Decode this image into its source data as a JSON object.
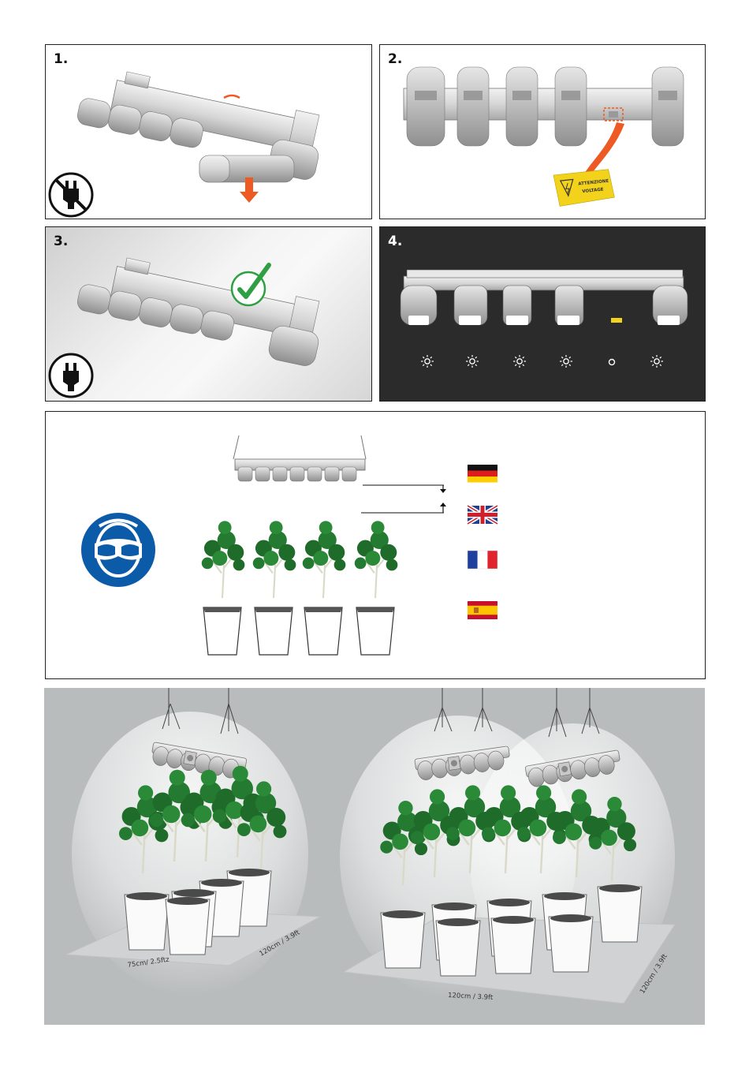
{
  "steps": [
    {
      "label": "1."
    },
    {
      "label": "2."
    },
    {
      "label": "3."
    },
    {
      "label": "4."
    }
  ],
  "warning_label": {
    "line1": "ATTENZIONE",
    "line2": "VOLTAGE"
  },
  "flags": [
    "germany-flag",
    "uk-flag",
    "france-flag",
    "spain-flag"
  ],
  "icons": {
    "unplug": "no-plug-icon",
    "plug": "plug-icon",
    "check": "checkmark-icon",
    "goggles": "safety-goggles-icon",
    "light_on": "light-on-icon",
    "light_off": "light-off-icon"
  },
  "colors": {
    "arrow": "#ee5a24",
    "check": "#2ea043",
    "mandatory_blue": "#0c5ba8",
    "warning_yellow": "#f3d21c",
    "dark_panel": "#2b2b2b",
    "leaf": "#1f6b2a"
  },
  "dimensions": {
    "single_width": "75cm/ 2.5ftz",
    "single_depth": "120cm / 3.9ft",
    "double_width": "120cm / 3.9ft",
    "double_depth": "120cm / 3.9ft"
  }
}
